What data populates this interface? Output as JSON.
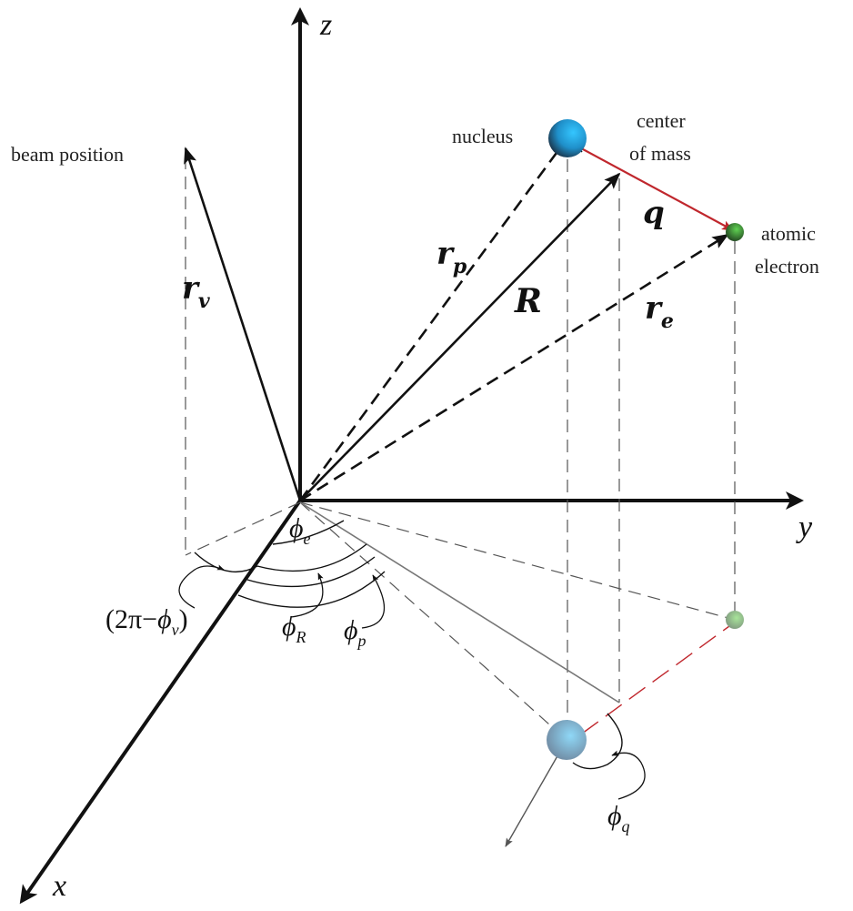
{
  "axes": {
    "x": "x",
    "y": "y",
    "z": "z"
  },
  "labels": {
    "beam_position": "beam position",
    "nucleus": "nucleus",
    "center_of_mass_1": "center",
    "center_of_mass_2": "of mass",
    "atomic_1": "atomic",
    "atomic_2": "electron"
  },
  "vectors": {
    "r_v": {
      "base": "r",
      "sub": "v"
    },
    "r_p": {
      "base": "r",
      "sub": "p"
    },
    "R": "R",
    "q": "q",
    "r_e": {
      "base": "r",
      "sub": "e"
    }
  },
  "angles": {
    "phi_e": {
      "base": "ϕ",
      "sub": "e"
    },
    "phi_R": {
      "base": "ϕ",
      "sub": "R"
    },
    "phi_p": {
      "base": "ϕ",
      "sub": "p"
    },
    "phi_q": {
      "base": "ϕ",
      "sub": "q"
    },
    "phi_v": {
      "prefix": "(2π−",
      "base": "ϕ",
      "sub": "v",
      "suffix": ")"
    }
  },
  "colors": {
    "axis": "#111111",
    "q_vector": "#c0272d",
    "nucleus": "#2aa7df",
    "electron": "#3f8f3a",
    "projection_line": "#555555"
  }
}
